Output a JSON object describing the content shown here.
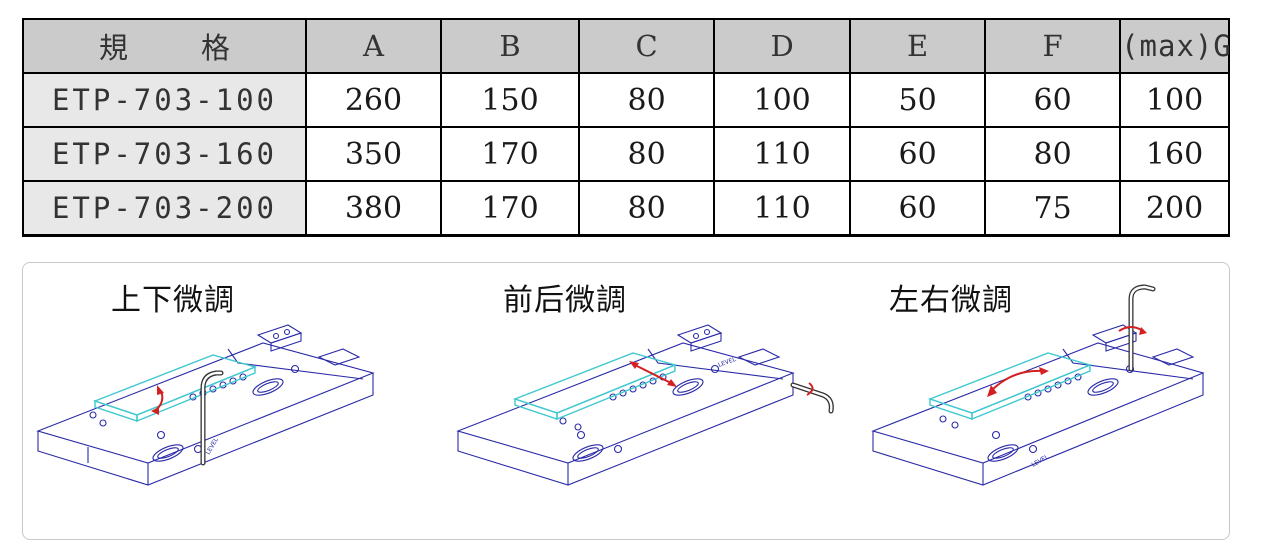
{
  "table": {
    "headers": [
      "規　格",
      "A",
      "B",
      "C",
      "D",
      "E",
      "F",
      "(max)G"
    ],
    "rows": [
      [
        "ETP-703-100",
        "260",
        "150",
        "80",
        "100",
        "50",
        "60",
        "100"
      ],
      [
        "ETP-703-160",
        "350",
        "170",
        "80",
        "110",
        "60",
        "80",
        "160"
      ],
      [
        "ETP-703-200",
        "380",
        "170",
        "80",
        "110",
        "60",
        "75",
        "200"
      ]
    ]
  },
  "figures": [
    {
      "caption": "上下微調",
      "icon": "allen-key-vertical-adjust-icon"
    },
    {
      "caption": "前后微調",
      "icon": "allen-key-front-back-adjust-icon"
    },
    {
      "caption": "左右微調",
      "icon": "allen-key-left-right-adjust-icon"
    }
  ],
  "figure_small_labels": [
    "LEVEL",
    "LEVEL",
    "LEVEL"
  ],
  "colors": {
    "header_bg": "#cbcbcb",
    "model_cell_bg": "#e8e8e8",
    "line_drawing": "#2a2aa8",
    "plate": "#40c8d0",
    "arrow": "#d42020"
  }
}
